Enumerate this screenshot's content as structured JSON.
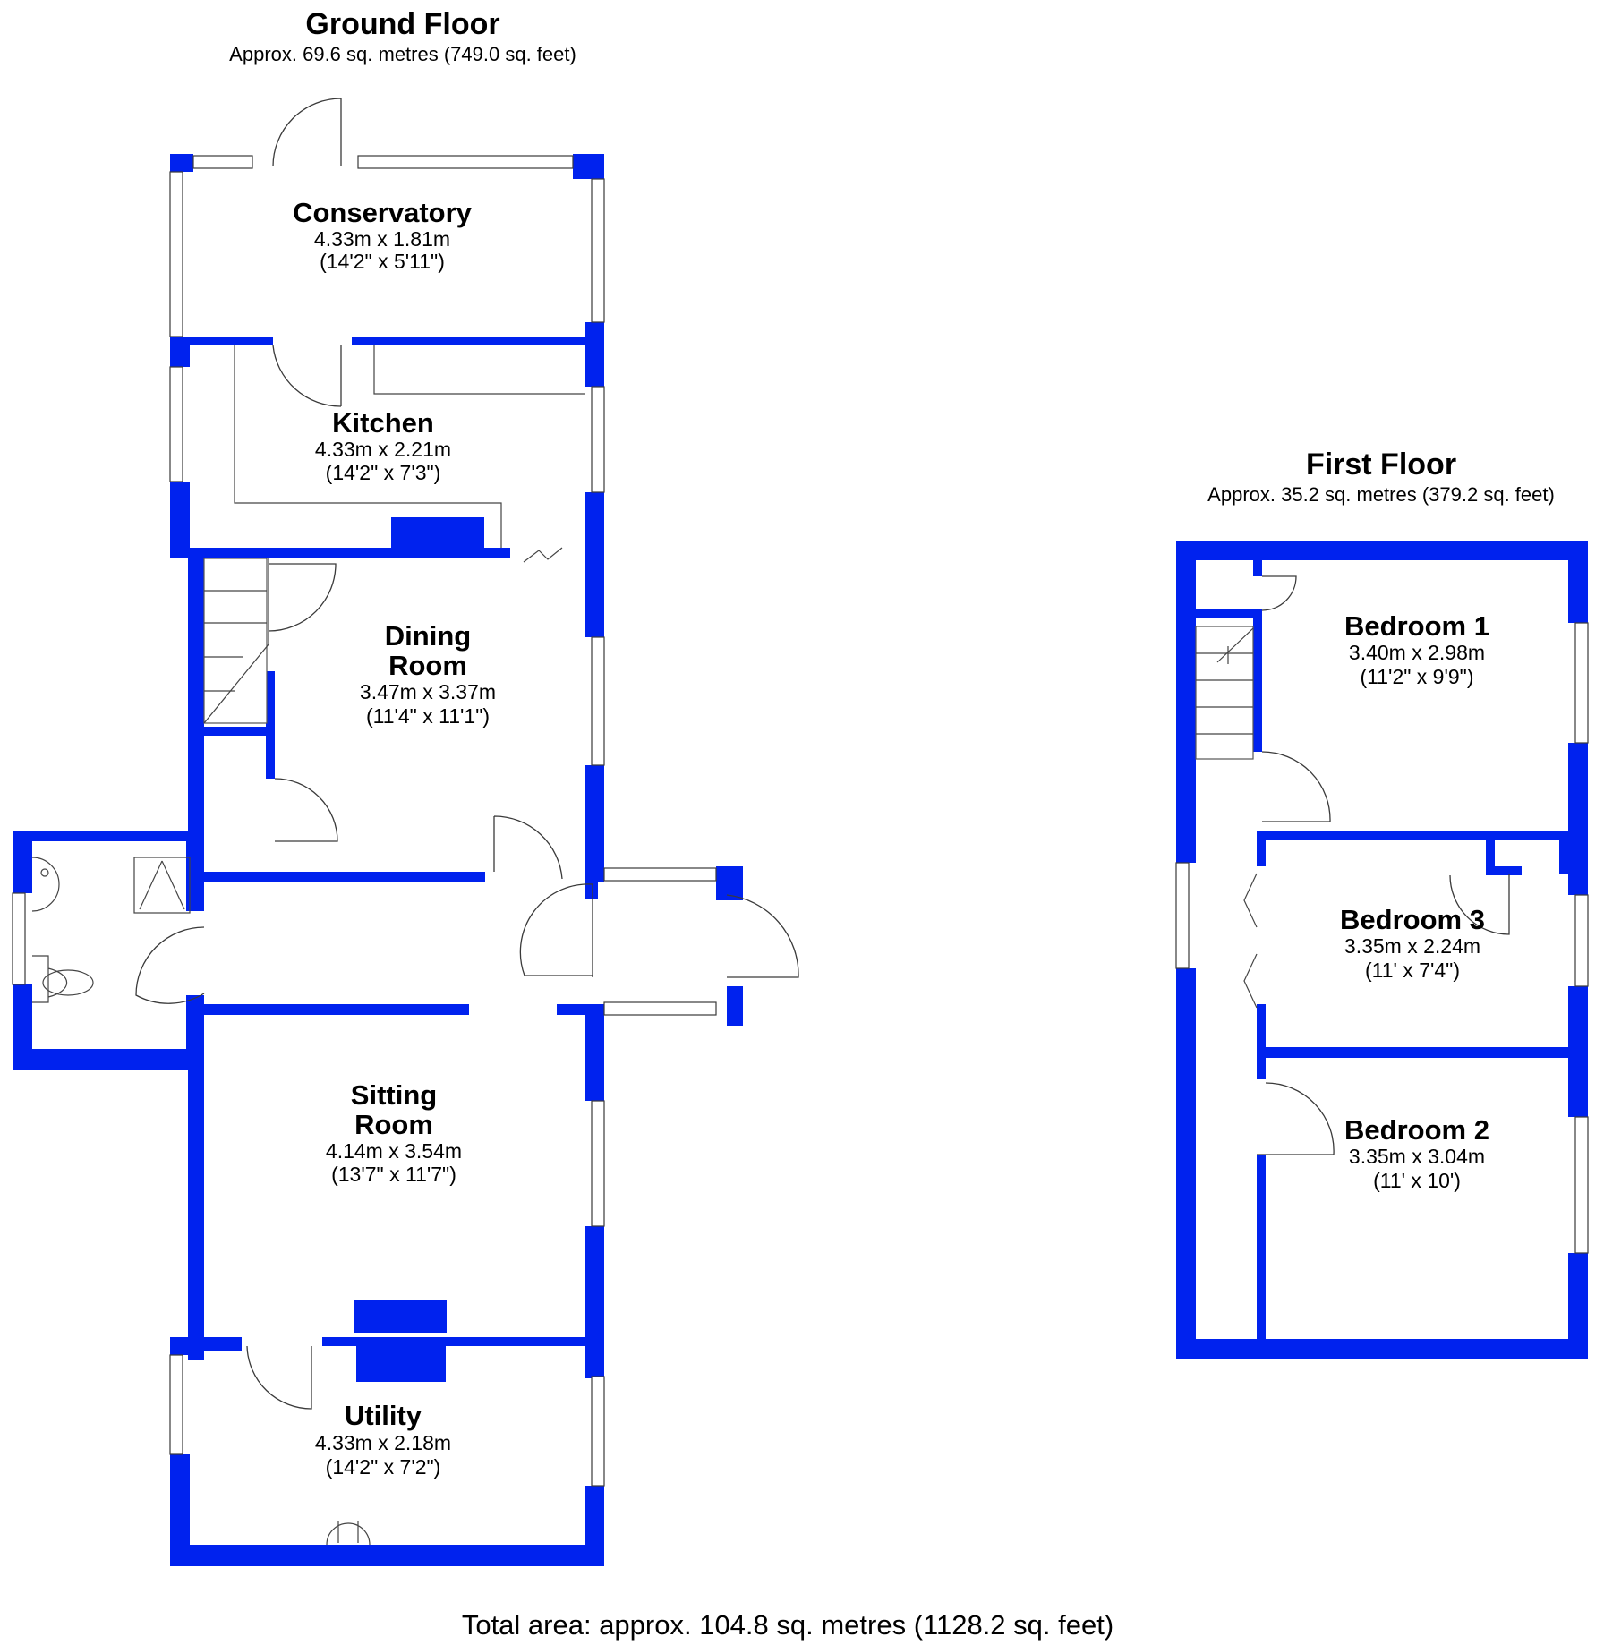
{
  "ground_floor": {
    "title": "Ground Floor",
    "area": "Approx. 69.6 sq. metres (749.0 sq. feet)",
    "rooms": [
      {
        "name": "Conservatory",
        "dim_m": "4.33m x 1.81m",
        "dim_ft": "(14'2\" x 5'11\")"
      },
      {
        "name": "Kitchen",
        "dim_m": "4.33m x 2.21m",
        "dim_ft": "(14'2\" x 7'3\")"
      },
      {
        "name_line1": "Dining",
        "name_line2": "Room",
        "dim_m": "3.47m x 3.37m",
        "dim_ft": "(11'4\" x 11'1\")"
      },
      {
        "name_line1": "Sitting",
        "name_line2": "Room",
        "dim_m": "4.14m x 3.54m",
        "dim_ft": "(13'7\" x 11'7\")"
      },
      {
        "name": "Utility",
        "dim_m": "4.33m x 2.18m",
        "dim_ft": "(14'2\" x 7'2\")"
      }
    ]
  },
  "first_floor": {
    "title": "First Floor",
    "area": "Approx. 35.2 sq. metres (379.2 sq. feet)",
    "rooms": [
      {
        "name": "Bedroom 1",
        "dim_m": "3.40m x 2.98m",
        "dim_ft": "(11'2\" x 9'9\")"
      },
      {
        "name": "Bedroom 3",
        "dim_m": "3.35m x 2.24m",
        "dim_ft": "(11' x 7'4\")"
      },
      {
        "name": "Bedroom 2",
        "dim_m": "3.35m x 3.04m",
        "dim_ft": "(11' x 10')"
      }
    ]
  },
  "total_area": "Total area: approx. 104.8 sq. metres (1128.2 sq. feet)",
  "colors": {
    "wall": "#0022ee",
    "background": "#ffffff"
  }
}
